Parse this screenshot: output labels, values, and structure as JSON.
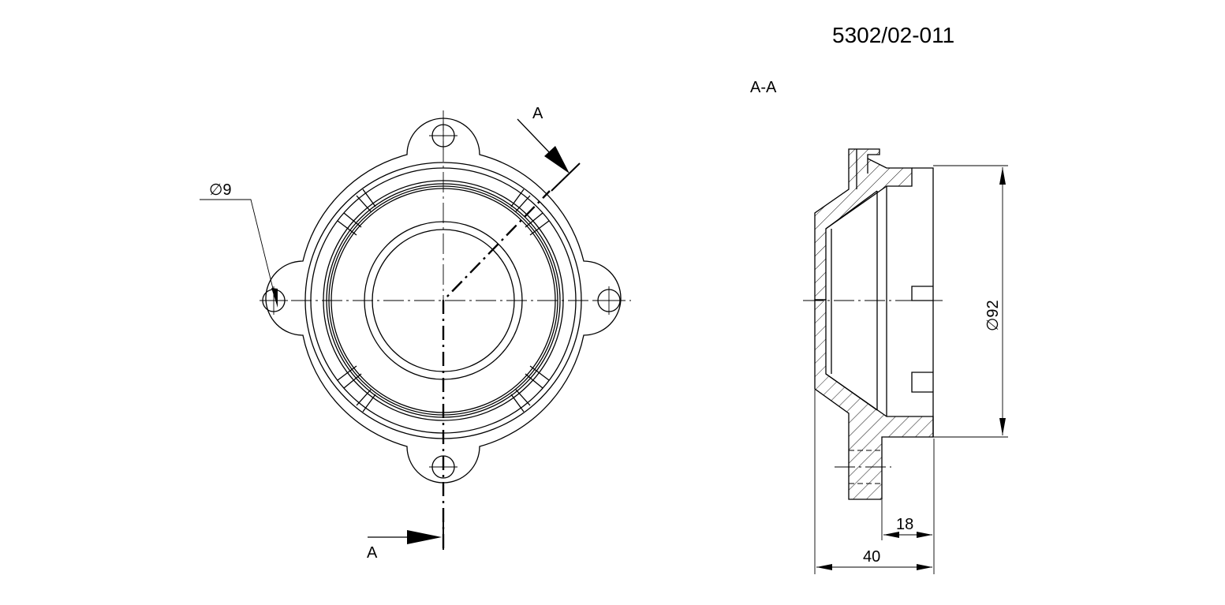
{
  "drawing_number": "5302/02-011",
  "section_title": "A-A",
  "section_mark": {
    "top_label": "A",
    "bottom_label": "A"
  },
  "dimensions": {
    "hole_diameter": "∅9",
    "outer_diameter": "∅92",
    "flange_depth": "18",
    "total_depth": "40"
  }
}
